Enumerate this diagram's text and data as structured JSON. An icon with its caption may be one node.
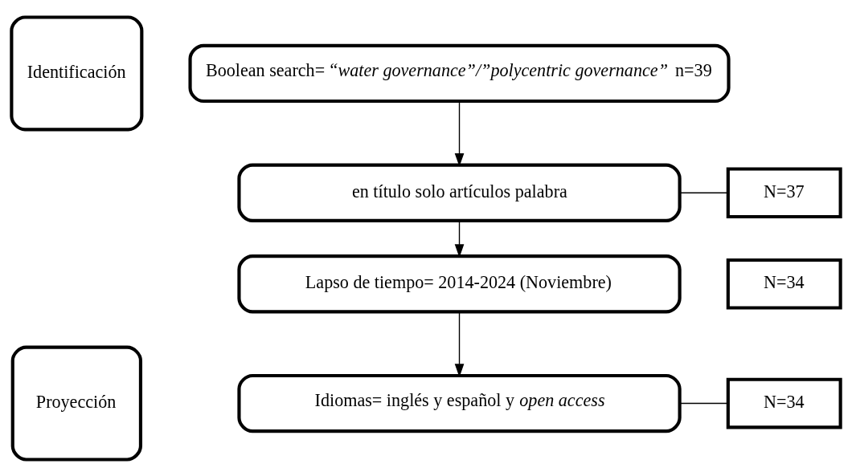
{
  "diagram": {
    "nodes": [
      {
        "text": [
          "Identificación"
        ]
      },
      {
        "text": [
          "Proyección"
        ]
      },
      {
        "text": [
          "Boolean search= *“water governance”/”polycentric governance”* n=39"
        ]
      },
      {
        "text": [
          "en título solo artículos palabra"
        ]
      },
      {
        "text": [
          "N=37"
        ]
      },
      {
        "text": [
          "Lapso de tiempo= 2014-2024 (Noviembre)"
        ]
      },
      {
        "text": [
          "N=34"
        ]
      },
      {
        "text": [
          "Idiomas= inglés y español y *open access*"
        ]
      },
      {
        "text": [
          "N=34"
        ]
      }
    ],
    "edges": [
      {
        "from": 2,
        "to": 3,
        "arrow": "to"
      },
      {
        "from": 3,
        "to": 4,
        "arrow": "none"
      },
      {
        "from": 3,
        "to": 5,
        "arrow": "to"
      },
      {
        "from": 5,
        "to": 7,
        "arrow": "to"
      },
      {
        "from": 7,
        "to": 8,
        "arrow": "none"
      }
    ]
  }
}
